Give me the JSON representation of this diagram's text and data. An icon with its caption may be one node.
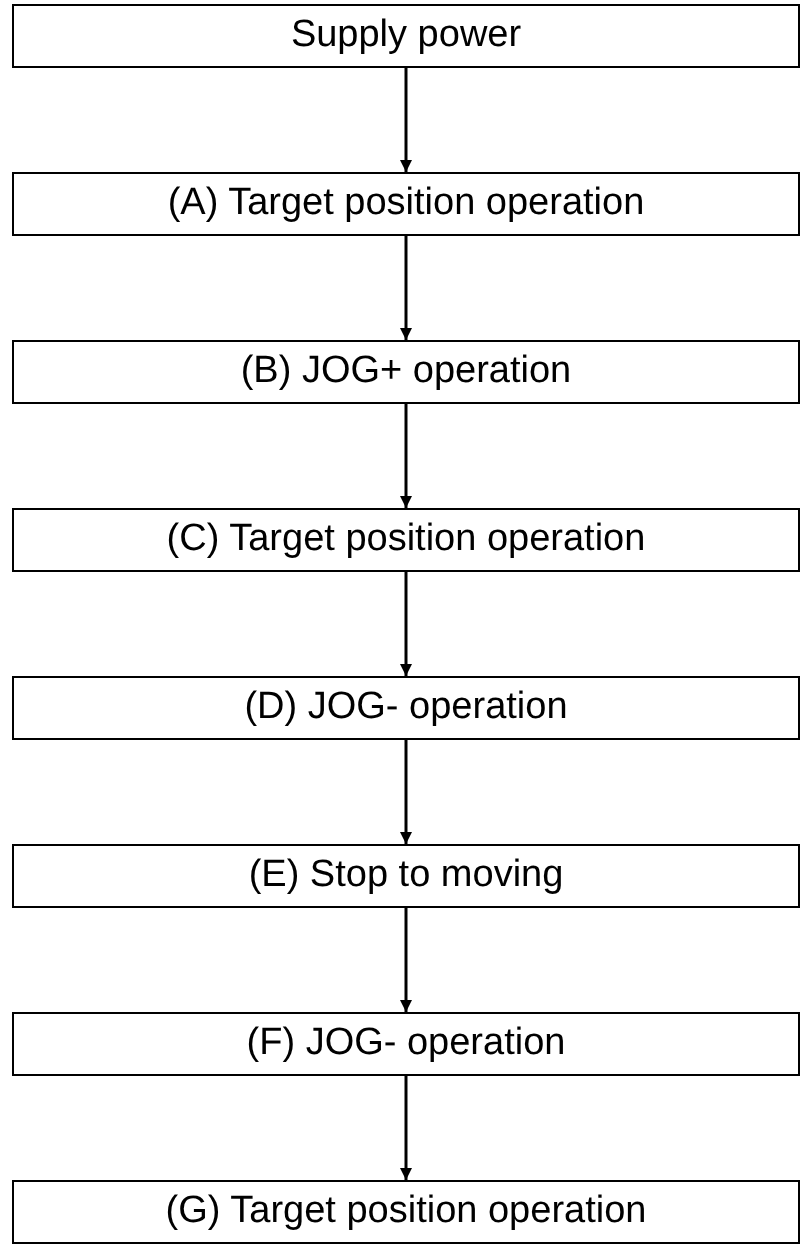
{
  "diagram": {
    "nodes": [
      {
        "text": [
          "Supply power"
        ]
      },
      {
        "text": [
          "(A) Target position operation"
        ]
      },
      {
        "text": [
          "(B) JOG+ operation"
        ]
      },
      {
        "text": [
          "(C) Target position operation"
        ]
      },
      {
        "text": [
          "(D) JOG- operation"
        ]
      },
      {
        "text": [
          "(E) Stop to moving"
        ]
      },
      {
        "text": [
          "(F) JOG- operation"
        ]
      },
      {
        "text": [
          "(G) Target position operation"
        ]
      }
    ],
    "edges": [
      {
        "from": 0,
        "to": 1,
        "arrow": "to"
      },
      {
        "from": 1,
        "to": 2,
        "arrow": "to"
      },
      {
        "from": 2,
        "to": 3,
        "arrow": "to"
      },
      {
        "from": 3,
        "to": 4,
        "arrow": "to"
      },
      {
        "from": 4,
        "to": 5,
        "arrow": "to"
      },
      {
        "from": 5,
        "to": 6,
        "arrow": "to"
      },
      {
        "from": 6,
        "to": 7,
        "arrow": "to"
      }
    ]
  }
}
